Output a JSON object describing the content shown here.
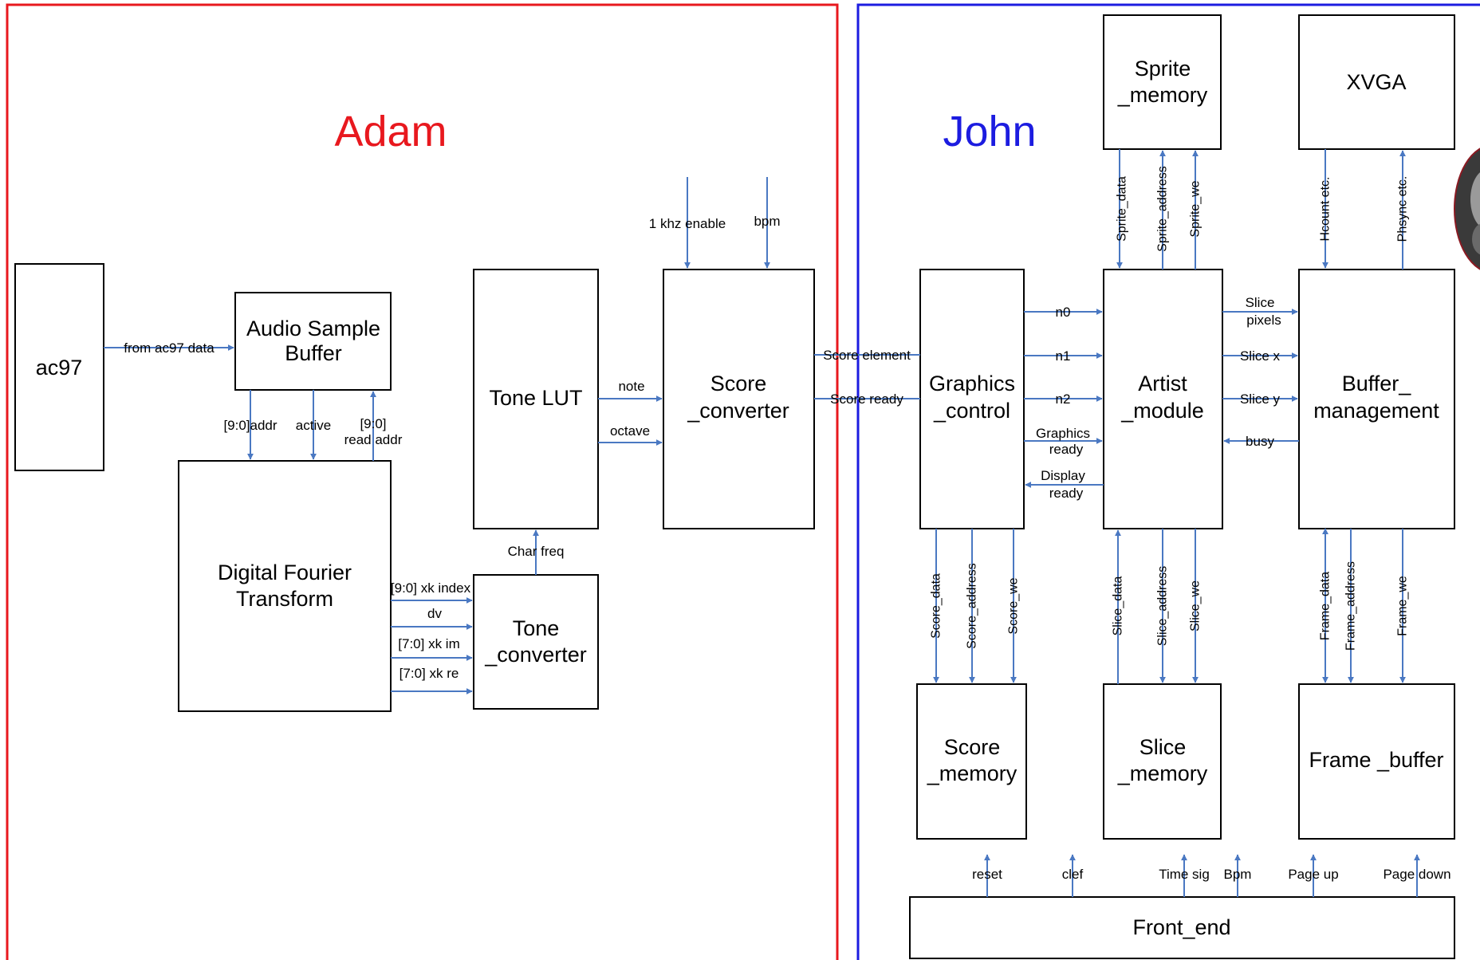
{
  "sections": {
    "left": {
      "title": "Adam",
      "color": "#e8181e"
    },
    "right": {
      "title": "John",
      "color": "#1c1ce0"
    }
  },
  "arrow_color": "#4a78c2",
  "blocks": {
    "ac97": [
      "ac97"
    ],
    "audio_sample_buffer": [
      "Audio Sample",
      "Buffer"
    ],
    "dft": [
      "Digital Fourier",
      "Transform"
    ],
    "tone_lut": [
      "Tone LUT"
    ],
    "tone_converter": [
      "Tone",
      "_converter"
    ],
    "score_converter": [
      "Score",
      "_converter"
    ],
    "graphics_control": [
      "Graphics",
      "_control"
    ],
    "artist_module": [
      "Artist",
      "_module"
    ],
    "buffer_management": [
      "Buffer_",
      "management"
    ],
    "sprite_memory": [
      "Sprite",
      "_memory"
    ],
    "xvga": [
      "XVGA"
    ],
    "score_memory": [
      "Score",
      "_memory"
    ],
    "slice_memory": [
      "Slice",
      "_memory"
    ],
    "frame_buffer": [
      "Frame _buffer"
    ],
    "front_end": [
      "Front_end"
    ]
  },
  "signals": {
    "from_ac97_data": "from ac97 data",
    "addr": "[9:0]addr",
    "active": "active",
    "read_addr": [
      "[9:0]",
      "read addr"
    ],
    "xk_index": "[9:0] xk index",
    "dv": "dv",
    "xk_im": "[7:0] xk im",
    "xk_re": "[7:0] xk re",
    "char_freq": "Char freq",
    "note": "note",
    "octave": "octave",
    "khz_enable": "1 khz enable",
    "bpm_in": "bpm",
    "score_element": "Score element",
    "score_ready": "Score ready",
    "n0": "n0",
    "n1": "n1",
    "n2": "n2",
    "graphics_ready": [
      "Graphics",
      "ready"
    ],
    "display_ready": [
      "Display",
      "ready"
    ],
    "slice_pixels": [
      "Slice",
      "pixels"
    ],
    "slice_x": "Slice x",
    "slice_y": "Slice y",
    "busy": "busy",
    "sprite_data": "Sprite_data",
    "sprite_address": "Sprite_address",
    "sprite_we": "Sprite_we",
    "hcount": "Hcount etc.",
    "phsync": "Phsync etc.",
    "score_data": "Score_data",
    "score_address": "Score_address",
    "score_we": "Score_we",
    "slice_data": "Slice_data",
    "slice_address": "Slice_address",
    "slice_we": "Slice_we",
    "frame_data": "Frame_data",
    "frame_address": "Frame_address",
    "frame_we": "Frame_we",
    "reset": "reset",
    "clef": "clef",
    "time_sig": "Time sig",
    "bpm_out": "Bpm",
    "page_up": "Page up",
    "page_down": "Page down"
  }
}
